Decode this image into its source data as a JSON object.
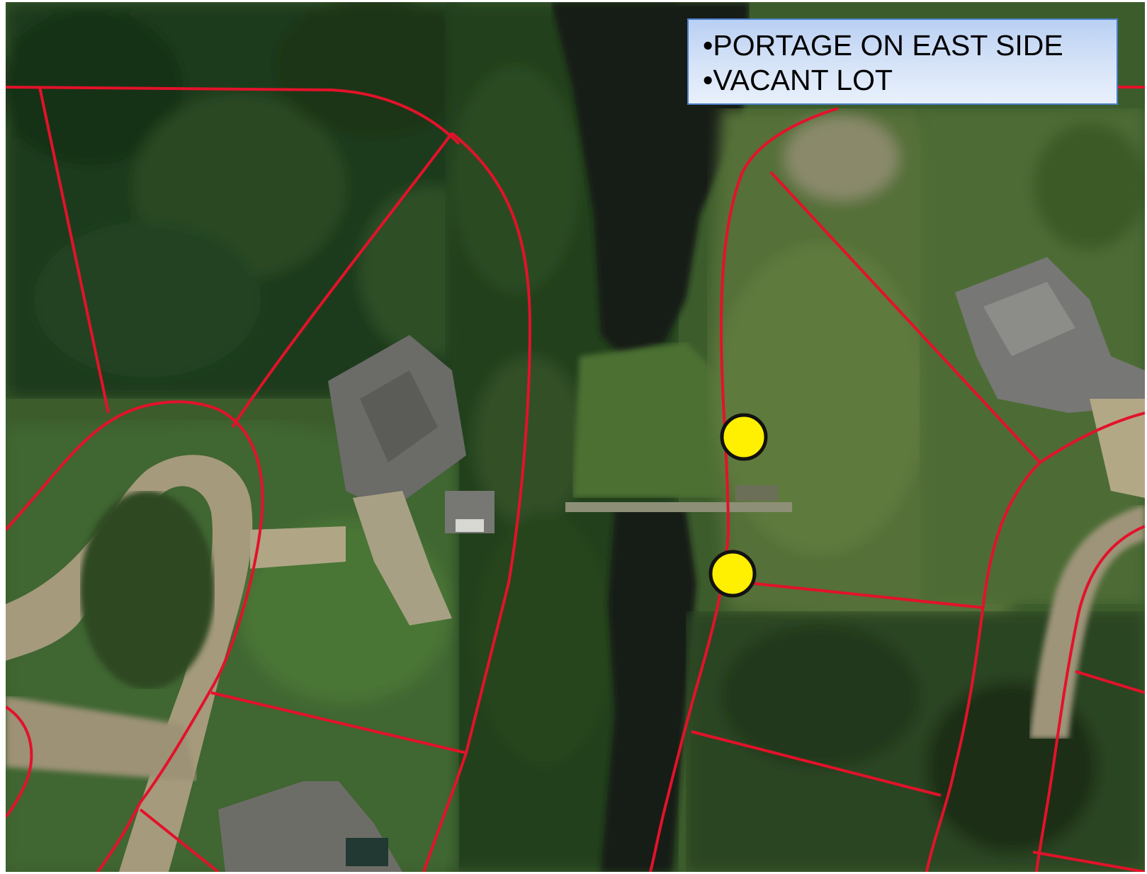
{
  "annotation": {
    "bullet": "•",
    "lines": [
      "PORTAGE ON EAST SIDE",
      "VACANT LOT"
    ]
  },
  "colors": {
    "parcel_line": "#e3122a",
    "marker_fill": "#ffef00",
    "marker_stroke": "#111111",
    "water": "#151a14",
    "grass": "#4d6e34",
    "trees": "#1f3a1c",
    "pavement": "#a59a7c",
    "roof": "#6b6b68",
    "callout_border": "#4a7ec8"
  },
  "icons": [
    "yellow-circle-marker"
  ],
  "markers": [
    {
      "name": "portage-marker-north"
    },
    {
      "name": "portage-marker-south"
    }
  ]
}
